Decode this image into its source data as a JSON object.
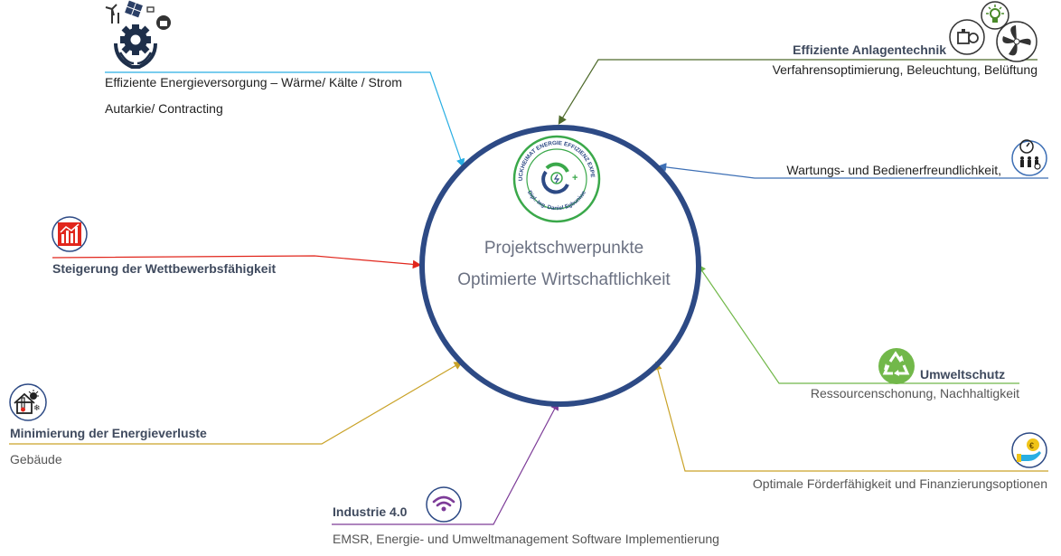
{
  "center": {
    "line1": "Projektschwerpunkte",
    "line2": "Optimierte Wirtschaftlichkeit",
    "logo_ring_text_top": "BRUCKHEIMAT ENERGIE EFFIZIENZ EXPERTE",
    "logo_ring_text_bottom": "Dipl.-Ing. Daniel Egbuniwe"
  },
  "topics": [
    {
      "id": "energieversorgung",
      "title": "Effiziente Energieversorgung – Wärme/ Kälte / Strom",
      "sub": "Autarkie/ Contracting",
      "color": "#29aee3",
      "icon": "gear-hands-renewables-icon"
    },
    {
      "id": "anlagentechnik",
      "title": "Effiziente  Anlagentechnik",
      "sub": "Verfahrensoptimierung, Beleuchtung, Belüftung",
      "color": "#4f6b2c",
      "icon": "pump-lamp-fan-icon"
    },
    {
      "id": "wartung",
      "title": "Wartungs- und Bedienerfreundlichkeit,",
      "sub": "",
      "color": "#3d6fb5",
      "icon": "gauge-people-icon"
    },
    {
      "id": "wettbewerb",
      "title": "Steigerung der Wettbewerbsfähigkeit",
      "sub": "",
      "color": "#e1261c",
      "icon": "bar-chart-growth-icon"
    },
    {
      "id": "umweltschutz",
      "title": "Umweltschutz",
      "sub": "Ressourcenschonung, Nachhaltigkeit",
      "color": "#72b84a",
      "icon": "recycle-icon"
    },
    {
      "id": "energieverluste",
      "title": "Minimierung der Energieverluste",
      "sub": "Gebäude",
      "color": "#c9a227",
      "icon": "house-thermometer-icon"
    },
    {
      "id": "foerderung",
      "title": "Optimale Förderfähigkeit und Finanzierungsoptionen",
      "sub": "",
      "color": "#c9a227",
      "icon": "euro-hand-icon"
    },
    {
      "id": "industrie",
      "title": "Industrie 4.0",
      "sub": "EMSR, Energie- und  Umweltmanagement Software Implementierung",
      "color": "#7d3c98",
      "icon": "wireless-signal-icon"
    }
  ],
  "colors": {
    "circle": "#2d4a85",
    "logo_green": "#3aa84a"
  }
}
